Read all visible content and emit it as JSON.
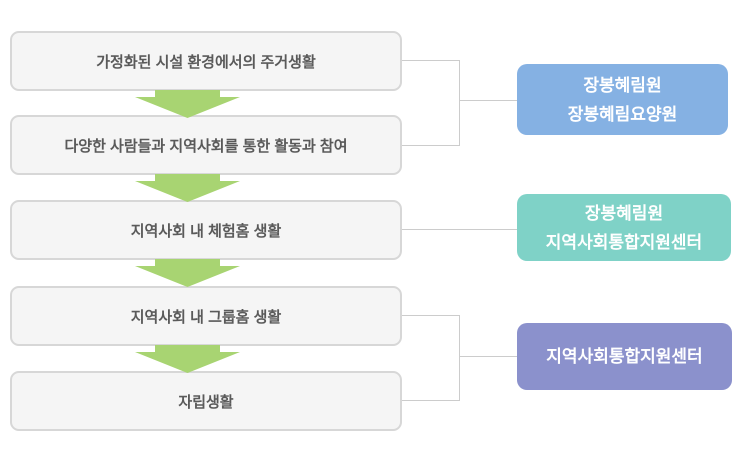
{
  "diagram": {
    "title": "residential-service-transition-flow",
    "flow_steps": [
      {
        "label": "가정화된 시설 환경에서의 주거생활"
      },
      {
        "label": "다양한 사람들과 지역사회를 통한 활동과 참여"
      },
      {
        "label": "지역사회 내 체험홈 생활"
      },
      {
        "label": "지역사회 내 그룹홈 생활"
      },
      {
        "label": "자립생활"
      }
    ],
    "org_boxes": [
      {
        "lines": [
          "장봉혜림원",
          "장봉혜림요양원"
        ],
        "color": "#85b1e3",
        "connects_to_steps": [
          1,
          2
        ]
      },
      {
        "lines": [
          "장봉혜림원",
          "지역사회통합지원센터"
        ],
        "color": "#7fd2c7",
        "connects_to_steps": [
          3
        ]
      },
      {
        "lines": [
          "지역사회통합지원센터"
        ],
        "color": "#8b91cc",
        "connects_to_steps": [
          4,
          5
        ]
      }
    ],
    "colors": {
      "arrow_green": "#a8d472",
      "step_box_fill": "#f5f5f5",
      "step_box_border": "#d7d7d7",
      "step_text": "#5a5a5a",
      "org_text": "#ffffff",
      "connector_line": "#cccccc",
      "background": "#ffffff"
    }
  }
}
